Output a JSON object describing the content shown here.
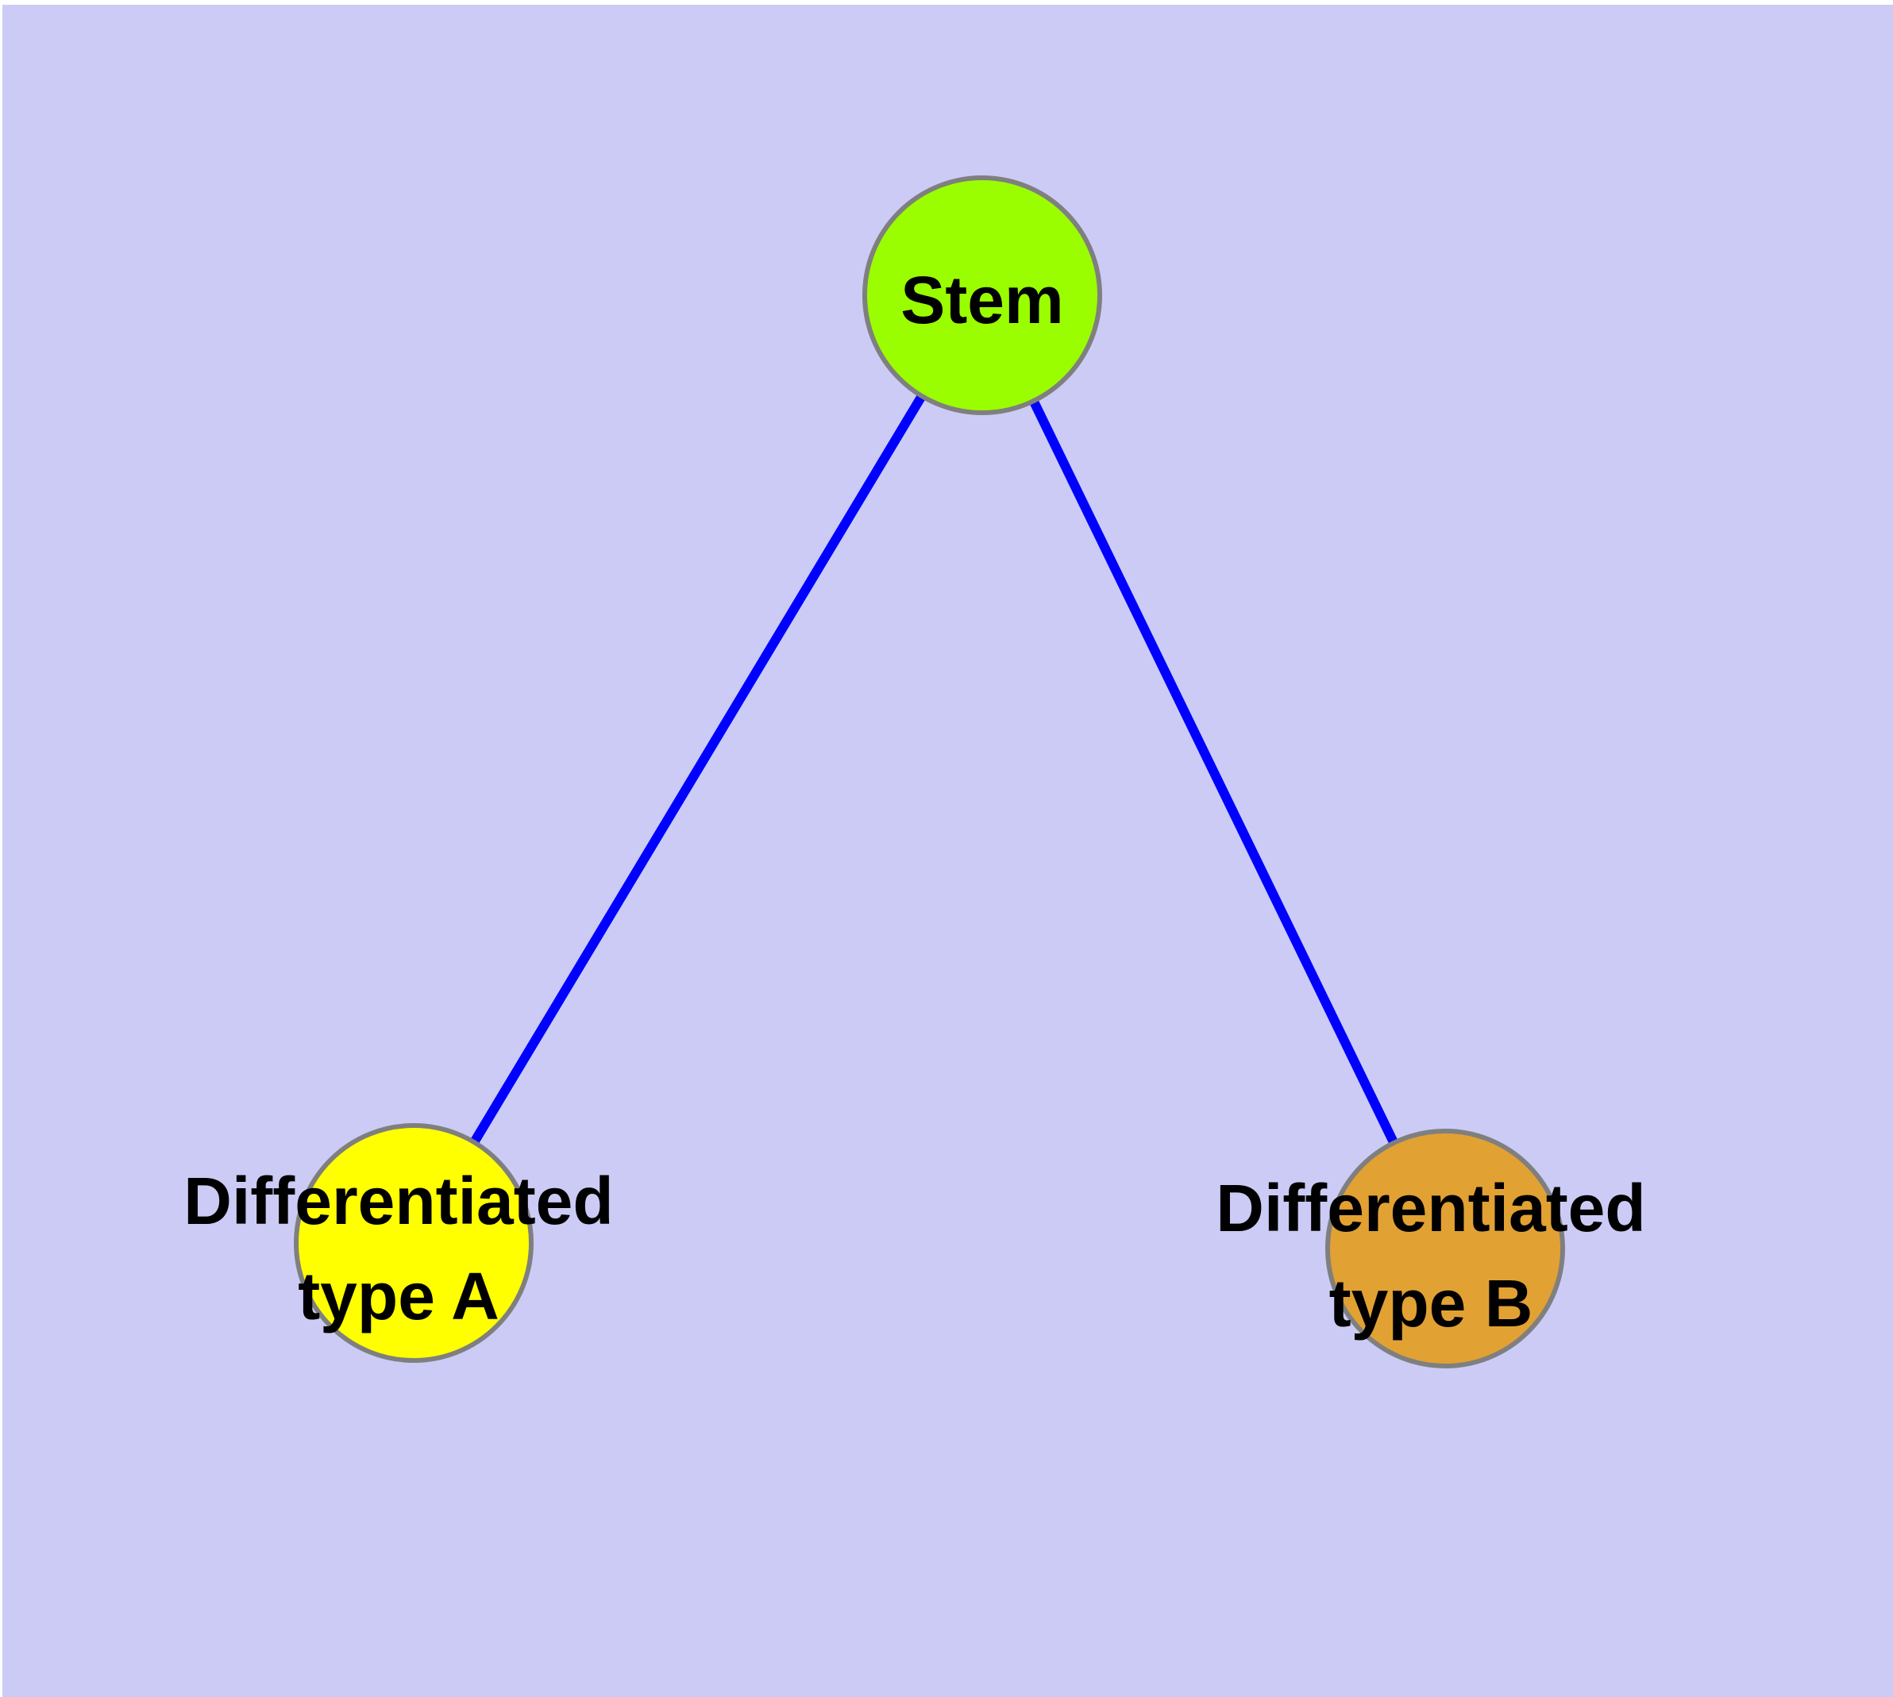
{
  "diagram": {
    "type": "network-graph",
    "background_color": "#CBCBF6",
    "margin_color": "#FFFFFF",
    "edge_color": "#0000FF",
    "node_border_color": "#7F7F7F",
    "label_color": "#000000",
    "nodes": [
      {
        "id": "stem",
        "label_lines": [
          "Stem"
        ],
        "color": "#9AFE00"
      },
      {
        "id": "type-a",
        "label_lines": [
          "Differentiated",
          "type A"
        ],
        "color": "#FFFF00"
      },
      {
        "id": "type-b",
        "label_lines": [
          "Differentiated",
          "type B"
        ],
        "color": "#E2A133"
      }
    ],
    "edges": [
      {
        "from": "Stem",
        "to": "Differentiated type A"
      },
      {
        "from": "Stem",
        "to": "Differentiated type B"
      }
    ]
  }
}
